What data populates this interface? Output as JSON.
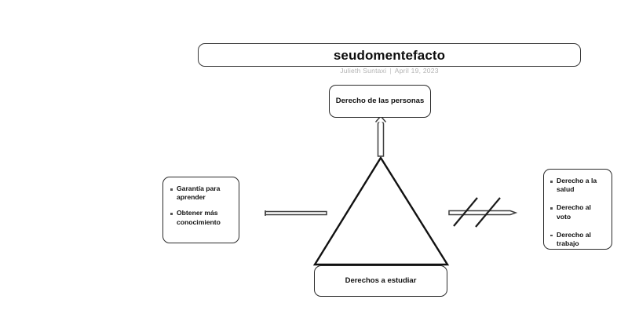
{
  "document": {
    "title": "seudomentefacto",
    "author": "Julieth Suntaxi",
    "separator": "|",
    "date": "April 19, 2023"
  },
  "diagram": {
    "type": "concept-map",
    "shape": "triangle",
    "nodes": {
      "top": {
        "label": "Derecho de las personas"
      },
      "bottom": {
        "label": "Derechos a estudiar"
      },
      "left": {
        "items": [
          "Garantía para aprender",
          "Obtener más conocimiento"
        ]
      },
      "right": {
        "items": [
          "Derecho a la salud",
          "Derecho al voto",
          "Derecho al trabajo"
        ]
      }
    },
    "connectors": [
      {
        "name": "up-arrow",
        "direction": "up",
        "style": "hollow-arrow",
        "from": "triangle-apex",
        "to": "top"
      },
      {
        "name": "left-line",
        "direction": "left",
        "style": "hollow-line",
        "from": "triangle",
        "to": "left"
      },
      {
        "name": "right-arrow-crossed",
        "direction": "right",
        "style": "hollow-arrow-crossed",
        "marks": 2,
        "from": "triangle",
        "to": "right"
      }
    ],
    "colors": {
      "background": "#ffffff",
      "border": "#2b2b2b",
      "text": "#111111",
      "subtitle": "#b2b2b2",
      "connector": "#3e3e3e"
    }
  }
}
